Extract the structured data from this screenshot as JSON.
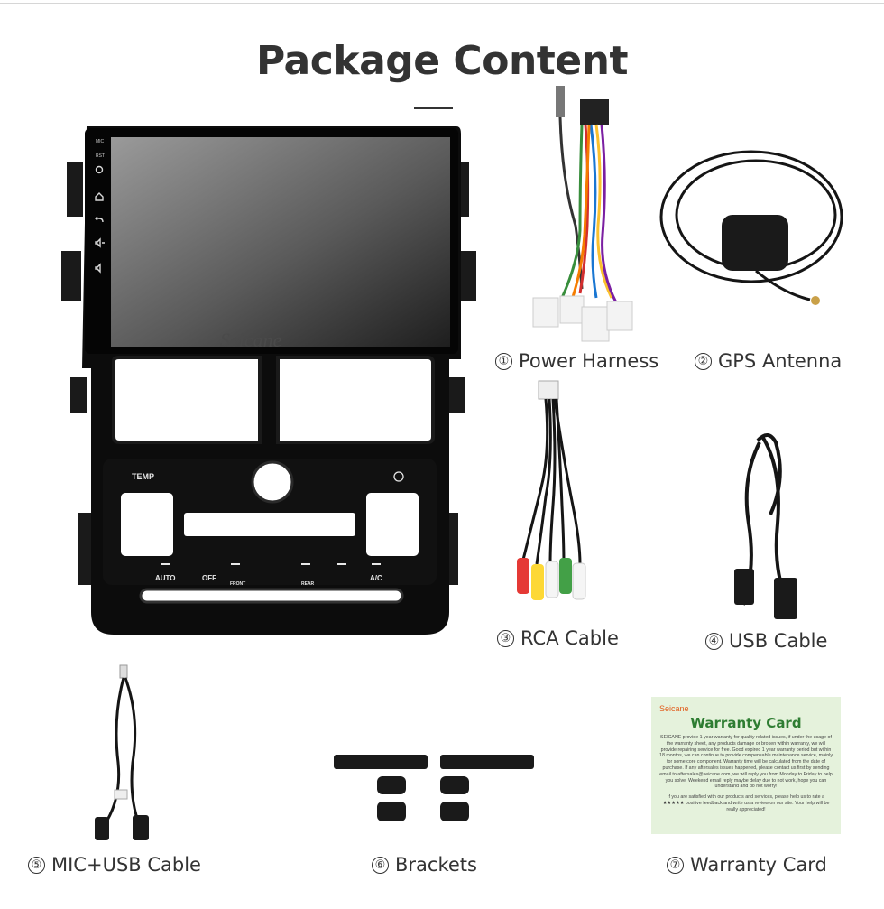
{
  "page": {
    "title": "Package Content"
  },
  "device": {
    "watermark": "Seicane",
    "buttons": [
      "MIC",
      "RST"
    ],
    "climate_labels": {
      "temp": "TEMP",
      "auto": "AUTO",
      "off": "OFF",
      "front": "FRONT",
      "rear": "REAR",
      "ac": "A/C"
    }
  },
  "items": [
    {
      "number": "①",
      "label": "Power Harness"
    },
    {
      "number": "②",
      "label": "GPS Antenna"
    },
    {
      "number": "③",
      "label": "RCA Cable"
    },
    {
      "number": "④",
      "label": "USB Cable"
    },
    {
      "number": "⑤",
      "label": "MIC+USB Cable"
    },
    {
      "number": "⑥",
      "label": "Brackets"
    },
    {
      "number": "⑦",
      "label": "Warranty Card"
    }
  ],
  "warranty_card": {
    "brand": "Seicane",
    "title": "Warranty Card",
    "body": "SEICANE provide 1 year warranty for quality related issues, if under the usage of the warranty sheet, any products damage or broken within warranty, we will provide repairing service for free. Good expired 1 year warranty period but within 18 months, we can continue to provide compensable maintenance service, mainly for some core component. Warranty time will be calculated from the date of purchase. If any aftersales issues happened, please contact us first by sending email to aftersales@seicane.com, we will reply you from Monday to Friday to help you solve! Weekend email reply maybe delay due to not work, hope you can understand and do not worry!",
    "footer": "If you are satisfied with our products and services, please help us to rate a ★★★★★ positive feedback and write us a review on our site. Your help will be really appreciated!"
  },
  "colors": {
    "title": "#333333",
    "warranty_bg": "#e5f2dc",
    "warranty_title": "#2e7d32",
    "brand": "#e25b1a"
  }
}
